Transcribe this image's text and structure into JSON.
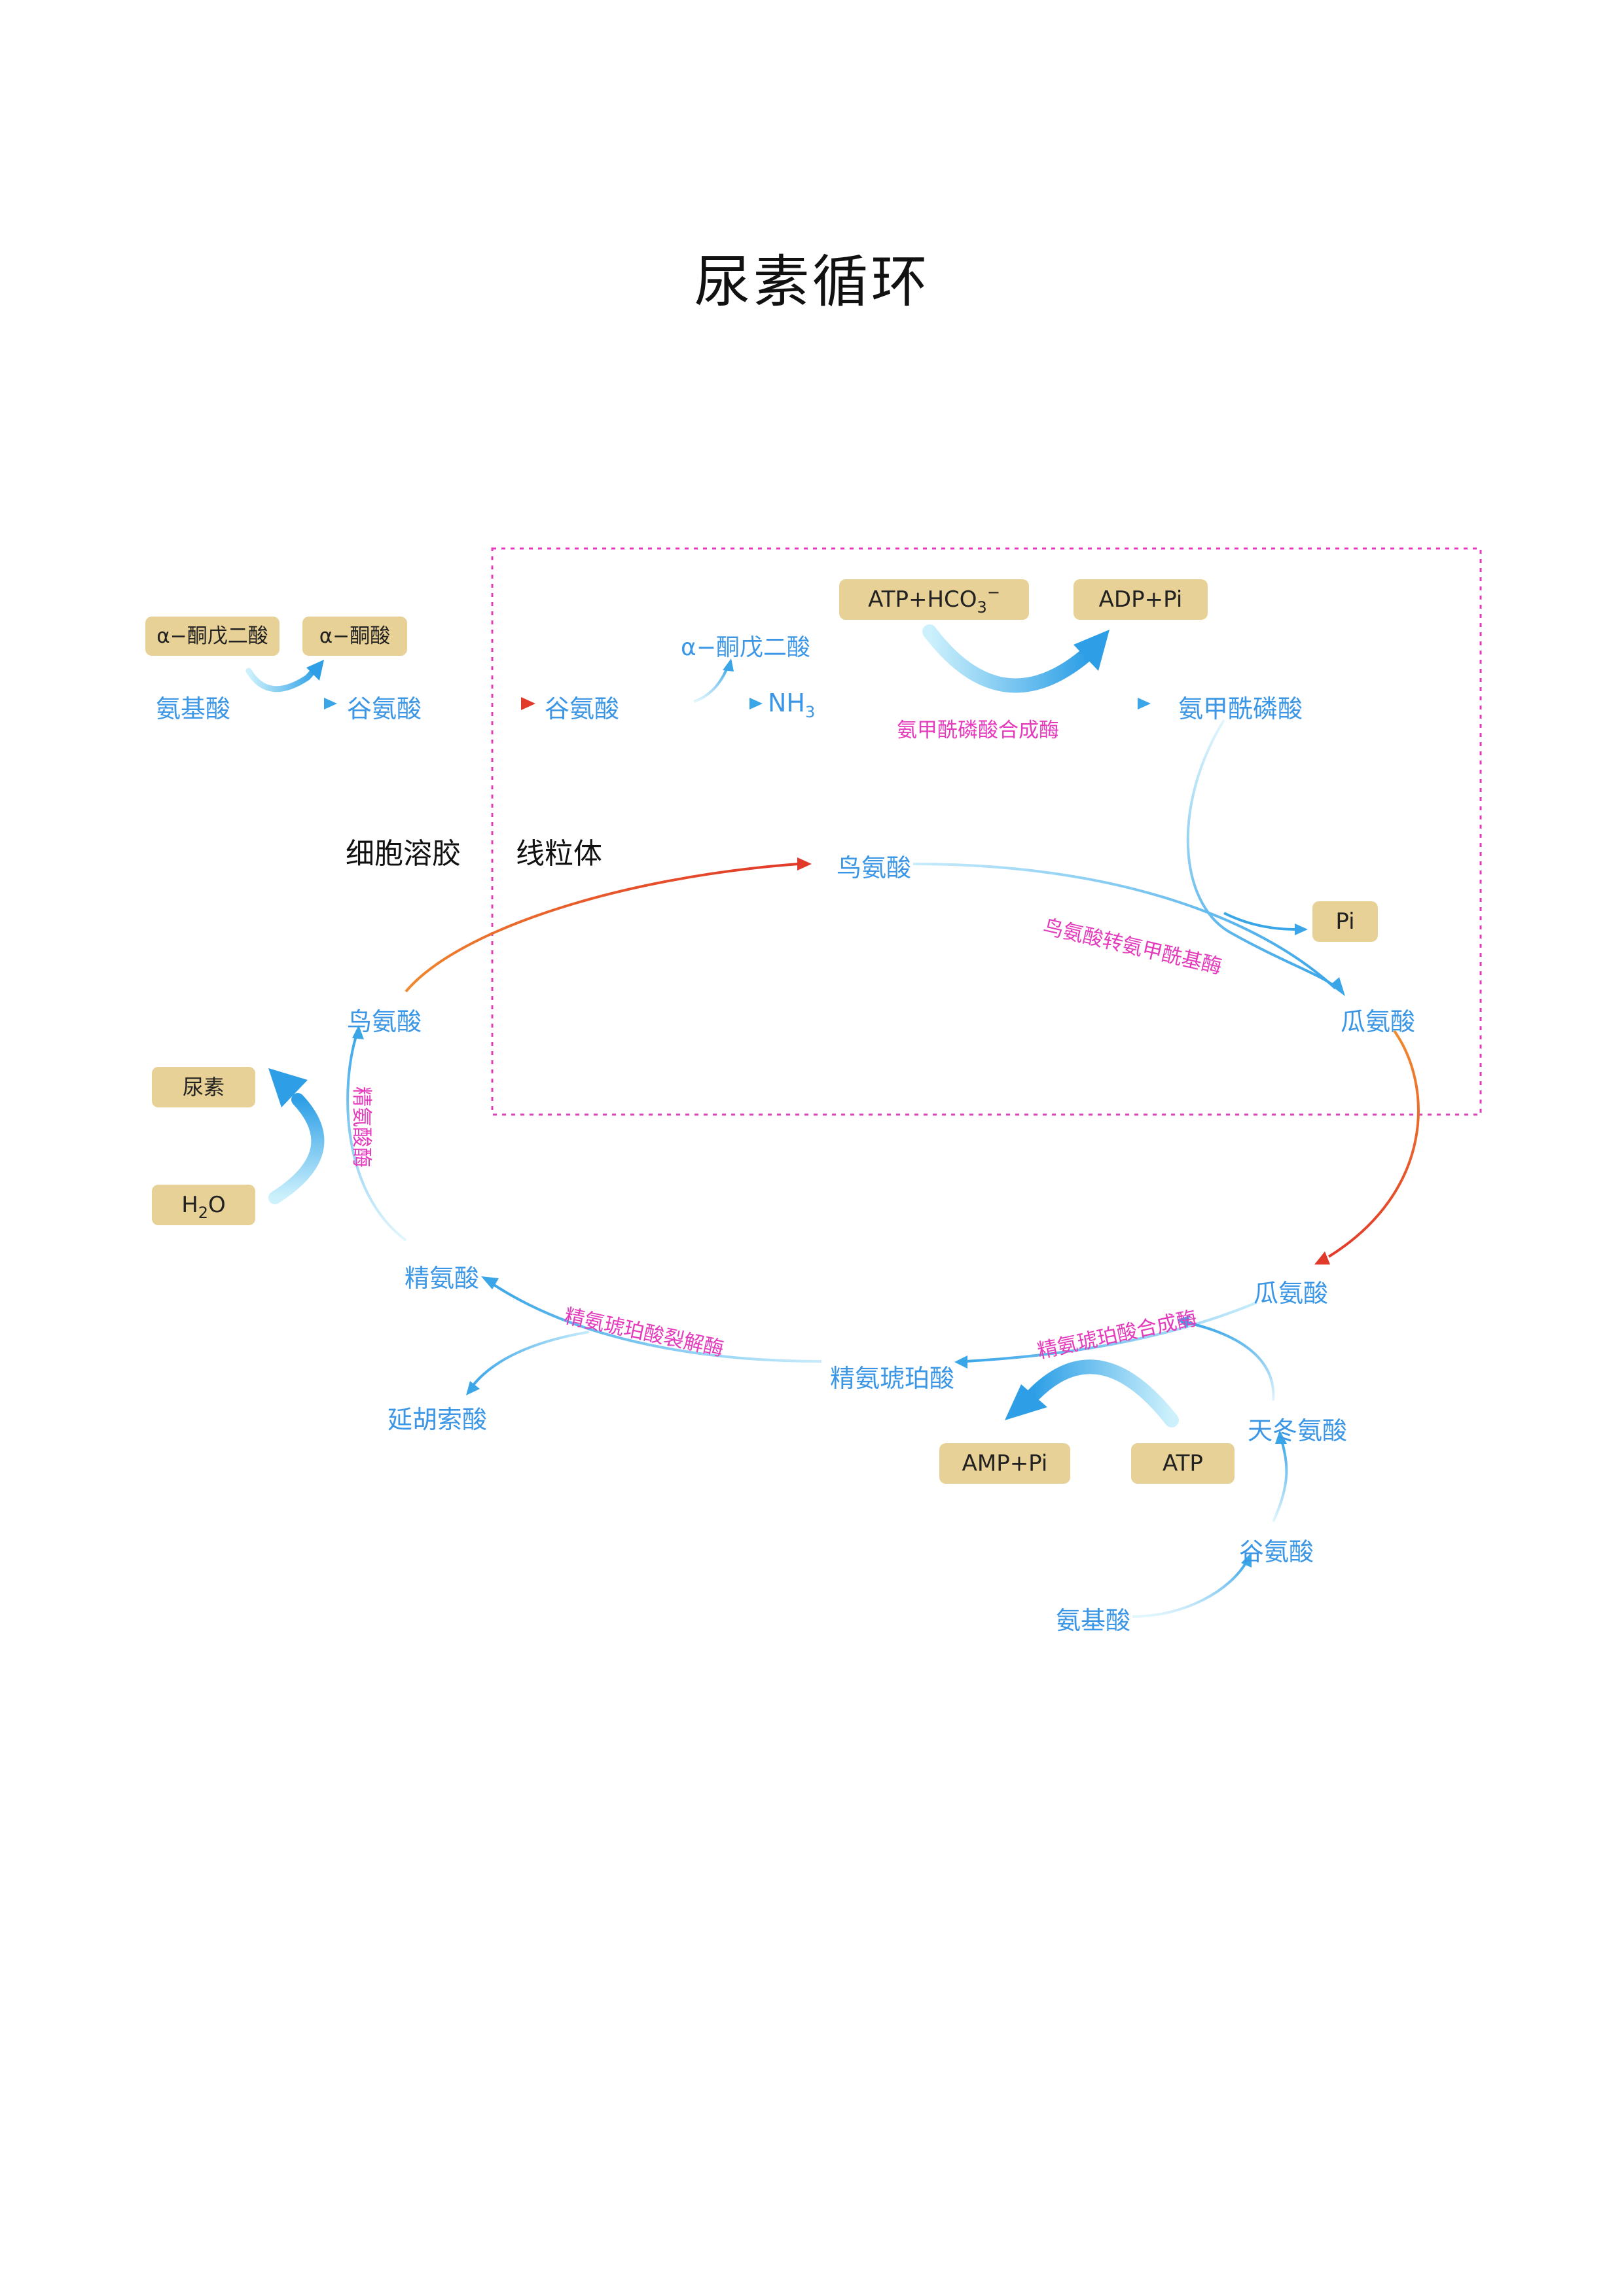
{
  "title": "尿素循环",
  "regions": {
    "cytosol": "细胞溶胶",
    "mitochondrion": "线粒体"
  },
  "cofactor_boxes": {
    "akg_left": "α−酮戊二酸",
    "aketo_left": "α−酮酸",
    "atp_hco3": "ATP+HCO",
    "atp_hco3_sub": "3",
    "atp_hco3_sup": "−",
    "adp_pi": "ADP+Pi",
    "pi": "Pi",
    "urea": "尿素",
    "h2o_h": "H",
    "h2o_sub": "2",
    "h2o_o": "O",
    "amp_pi": "AMP+Pi",
    "atp": "ATP"
  },
  "metabolites": {
    "amino_acid_left": "氨基酸",
    "glutamate_cytosol": "谷氨酸",
    "glutamate_mito": "谷氨酸",
    "akg_mito": "α−酮戊二酸",
    "nh3_n": "NH",
    "nh3_sub": "3",
    "carbamoyl_phosphate": "氨甲酰磷酸",
    "ornithine_mito": "鸟氨酸",
    "citrulline_mito": "瓜氨酸",
    "ornithine_cytosol": "鸟氨酸",
    "citrulline_cytosol": "瓜氨酸",
    "arginine": "精氨酸",
    "argininosuccinate": "精氨琥珀酸",
    "fumarate": "延胡索酸",
    "aspartate": "天冬氨酸",
    "glutamate_bottom": "谷氨酸",
    "amino_acid_bottom": "氨基酸"
  },
  "enzymes": {
    "cps": "氨甲酰磷酸合成酶",
    "otc": "鸟氨酸转氨甲酰基酶",
    "arginase": "精氨酸酶",
    "as_lyase": "精氨琥珀酸裂解酶",
    "as_synthetase": "精氨琥珀酸合成酶"
  },
  "colors": {
    "metabolite": "#3b97e6",
    "enzyme": "#e43bbd",
    "box_fill": "#e8d197",
    "mito_border": "#e43bbd",
    "arrow_blue": "#3aa6e8",
    "arrow_red": "#e23a2a",
    "arrow_orange": "#f07d2a"
  }
}
